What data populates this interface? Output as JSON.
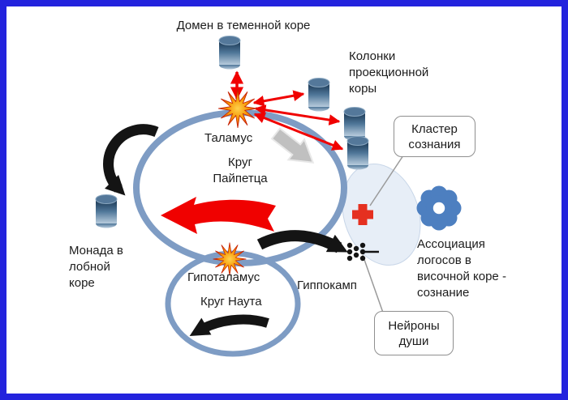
{
  "diagram": {
    "labels": {
      "domain_parietal": "Домен в теменной коре",
      "projection_columns": "Колонки\nпроекционной\nкоры",
      "thalamus": "Таламус",
      "papez_circle": "Круг\nПайпетца",
      "monad_frontal": "Монада в\nлобной\nкоре",
      "hypothalamus": "Гипоталамус",
      "nauta_circle": "Круг Наута",
      "hippocampus": "Гиппокамп",
      "logos_association": "Ассоциация\nлогосов в\nвисочной коре -\nсознание"
    },
    "callouts": {
      "consciousness_cluster": "Кластер\nсознания",
      "soul_neurons": "Нейроны\nдуши"
    },
    "colors": {
      "frame": "#2323dd",
      "circuit_stroke": "#7e9cc4",
      "arrow_red": "#f00100",
      "arrow_black": "#141414",
      "arrow_gray": "#c0c0c0",
      "star_burst": "#f59300",
      "cross_red": "#e53020",
      "gear_blue": "#4d7fc0",
      "cylinder_blue": "#4f7698",
      "blob_fill": "#e7eef7"
    },
    "icons": {
      "cylinders": [
        "memory-cylinder-top",
        "memory-cylinder-right-1",
        "memory-cylinder-right-2",
        "memory-cylinder-right-3",
        "memory-cylinder-left"
      ],
      "star_bursts": [
        "thalamus-burst",
        "hypothalamus-burst"
      ],
      "gear": "logos-gear",
      "cross": "consciousness-cross",
      "neurons": "soul-neuron-cluster"
    }
  }
}
